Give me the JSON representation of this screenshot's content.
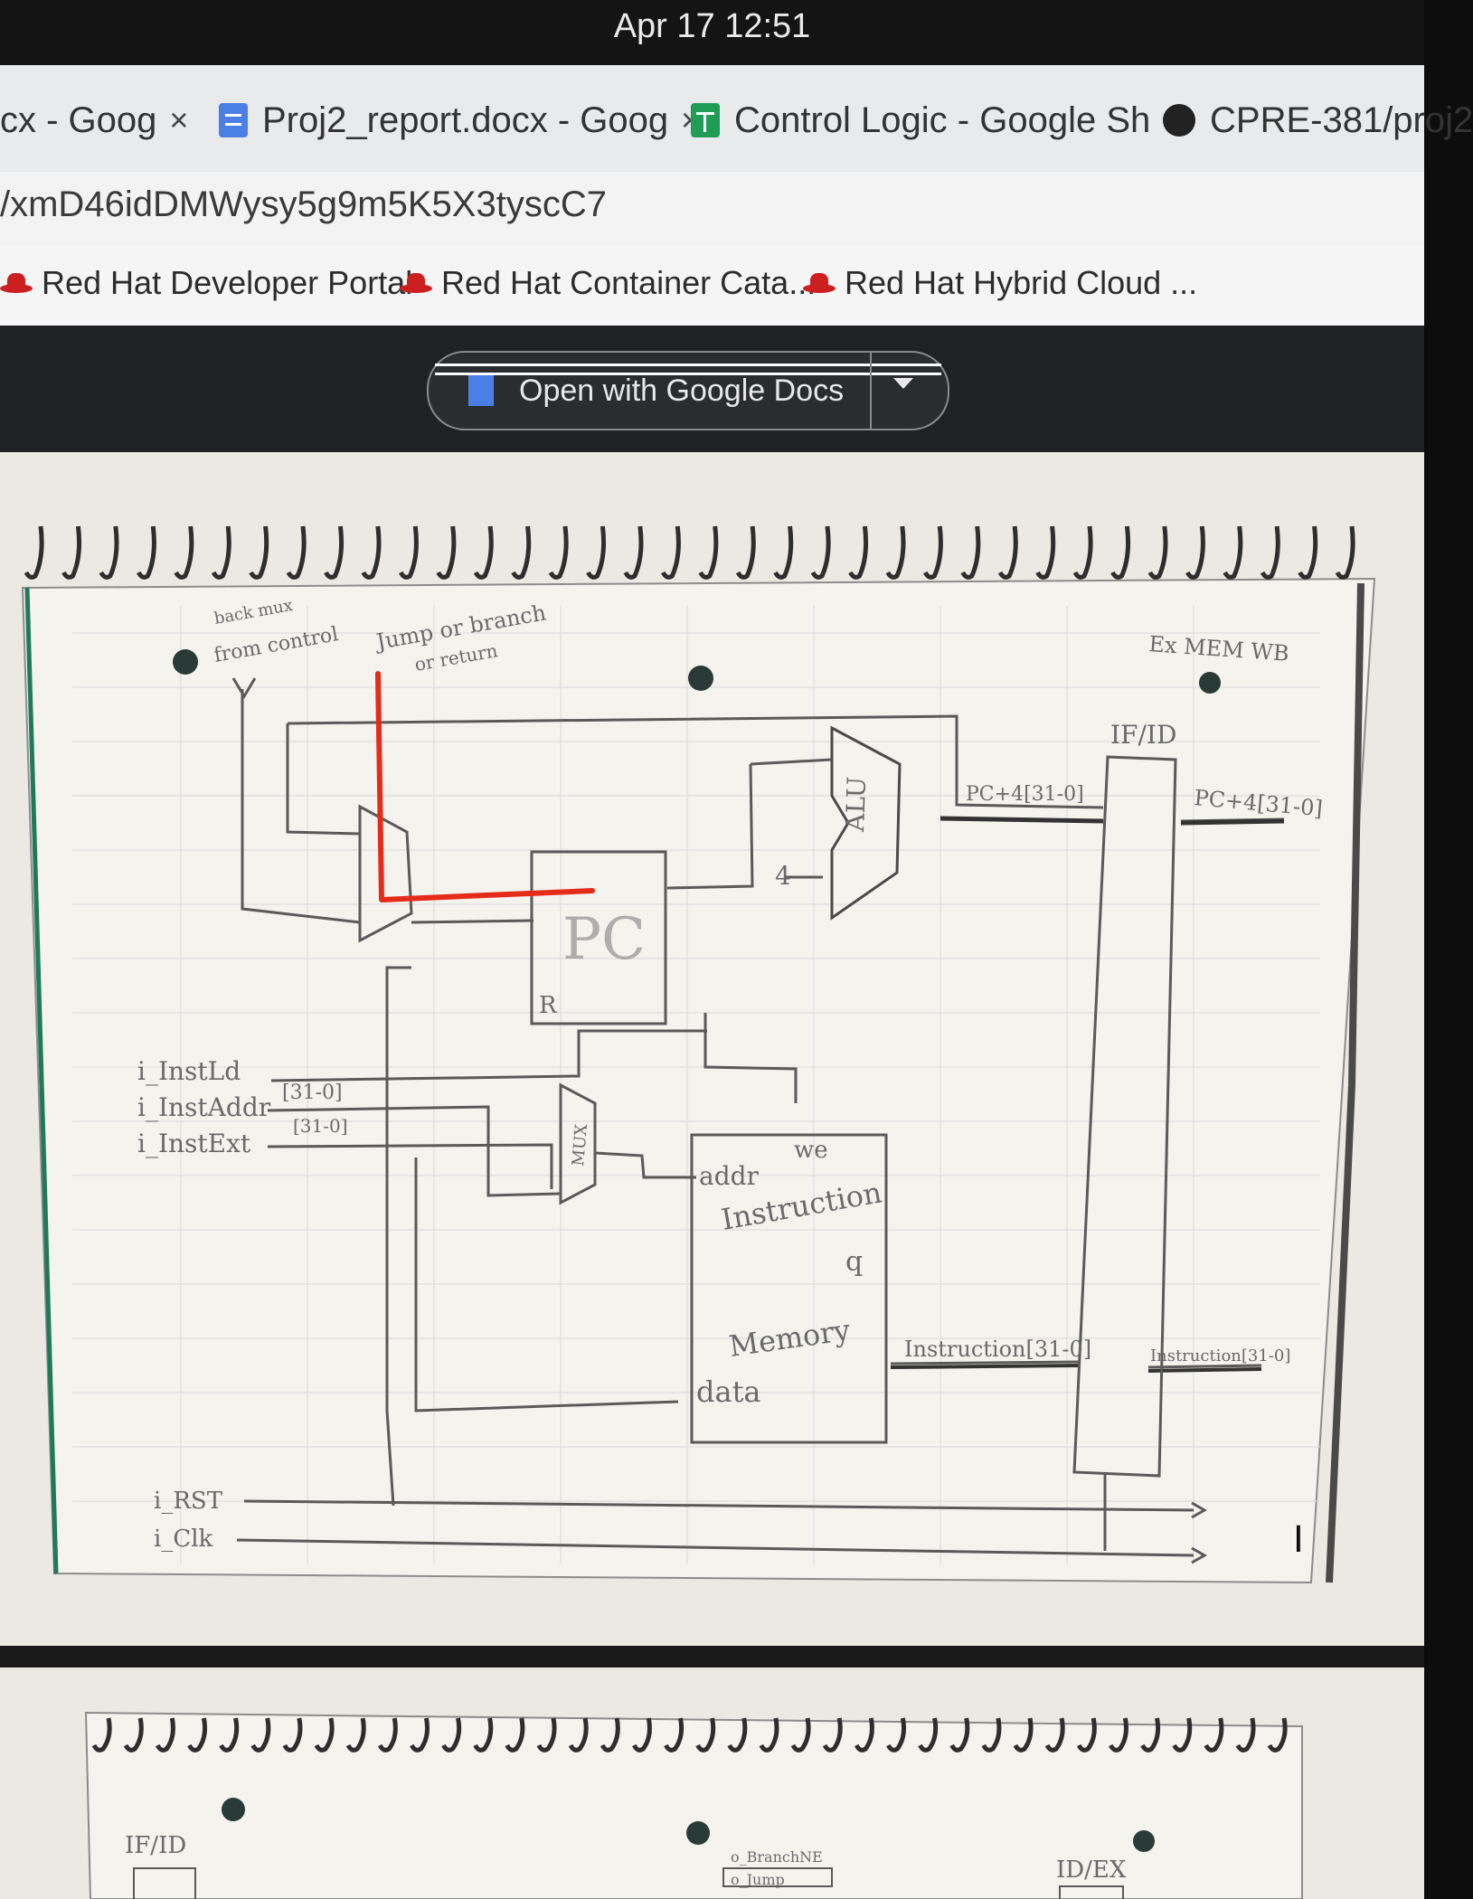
{
  "system": {
    "clock": "Apr 17  12:51"
  },
  "tabs": [
    {
      "label": "cx - Goog",
      "icon": "docs-icon"
    },
    {
      "label": "Proj2_report.docx - Goog",
      "icon": "docs-icon"
    },
    {
      "label": "Control Logic - Google Sh",
      "icon": "sheets-icon"
    },
    {
      "label": "CPRE-381/proj2",
      "icon": "github-icon"
    }
  ],
  "close_glyph": "×",
  "address": {
    "url": "/xmD46idDMWysy5g9m5K5X3tyscC7"
  },
  "bookmarks": [
    {
      "label": "Red Hat Developer Portal",
      "icon": "redhat-icon"
    },
    {
      "label": "Red Hat Container Cata...",
      "icon": "redhat-icon"
    },
    {
      "label": "Red Hat Hybrid Cloud ...",
      "icon": "redhat-icon"
    }
  ],
  "viewer": {
    "open_with_label": "Open with Google Docs"
  },
  "sketch1": {
    "notes": {
      "top_left_a": "back mux",
      "top_left_b": "from control",
      "jump_a": "Jump or branch",
      "jump_b": "or return",
      "top_right": "Ex  MEM  WB"
    },
    "blocks": {
      "alu": "ALU",
      "pc": "PC",
      "pc_reset": "R",
      "alu_const": "4",
      "mux": "MUX",
      "if_id": "IF/ID",
      "mem_addr": "addr",
      "mem_we": "we",
      "mem_title1": "Instruction",
      "mem_q": "q",
      "mem_title2": "Memory",
      "mem_data": "data"
    },
    "signals": {
      "pc4_in": "PC+4[31-0]",
      "pc4_out": "PC+4[31-0]",
      "instr_in": "Instruction[31-0]",
      "instr_out": "Instruction[31-0]",
      "inst_ld": "i_InstLd",
      "inst_addr": "i_InstAddr",
      "inst_ext": "i_InstExt",
      "bus_a": "[31-0]",
      "bus_b": "[31-0]",
      "rst": "i_RST",
      "clk": "i_Clk"
    }
  },
  "sketch2": {
    "if_id": "IF/ID",
    "branch": "o_BranchNE",
    "jump": "o_Jump",
    "id_ex": "ID/EX"
  },
  "colors": {
    "annotation": "#e52b1a",
    "pencil": "#6a6a6a",
    "paper": "#ece9e2"
  }
}
